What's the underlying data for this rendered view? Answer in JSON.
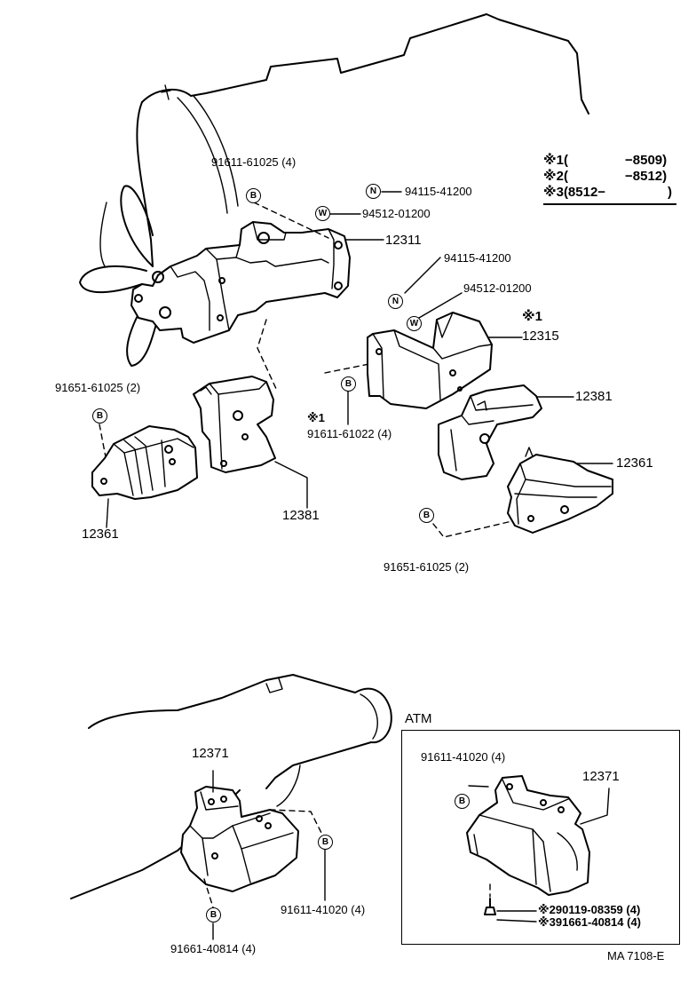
{
  "legend": {
    "row1": {
      "mark": "※1",
      "range": "(",
      "value": "−8509)"
    },
    "row2": {
      "mark": "※2",
      "range": "(",
      "value": "−8512)"
    },
    "row3": {
      "mark": "※3",
      "range": "(8512−",
      "value": ")"
    }
  },
  "symbols": {
    "bolt": "B",
    "nut": "N",
    "washer": "W"
  },
  "upper": {
    "bolt_top": "91611-61025 (4)",
    "nut_1": "94115-41200",
    "washer_1": "94512-01200",
    "bracket_12311": "12311",
    "nut_2": "94115-41200",
    "washer_2": "94512-01200",
    "mark_12315": "※1",
    "bracket_12315": "12315",
    "bolt_left": "91651-61025 (2)",
    "mark_bolt_mid": "※1",
    "bolt_mid": "91611-61022 (4)",
    "insulator_right_12381": "12381",
    "insulator_right_12361": "12361",
    "insulator_left_12361": "12361",
    "insulator_left_12381": "12381",
    "bolt_bottom_right": "91651-61025 (2)"
  },
  "lower": {
    "mount_12371": "12371",
    "bolt_right": "91611-41020 (4)",
    "bolt_bottom": "91661-40814 (4)"
  },
  "atm": {
    "title": "ATM",
    "bolt_top": "91611-41020 (4)",
    "mount_12371": "12371",
    "bolt_2": "※290119-08359 (4)",
    "bolt_3": "※391661-40814 (4)"
  },
  "footer": {
    "code": "MA 7108-E"
  }
}
